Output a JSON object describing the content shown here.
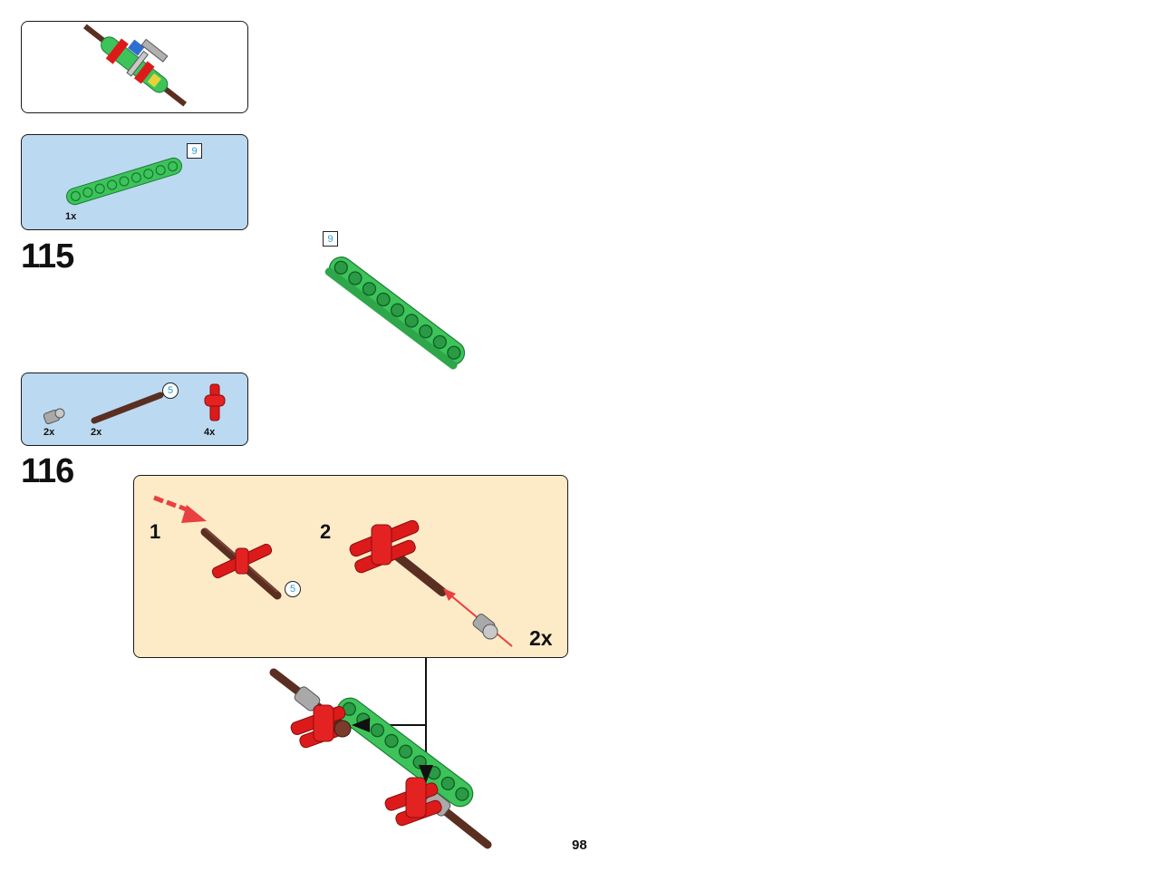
{
  "colors": {
    "parts_bg": "#bcd9f2",
    "subassembly_bg": "#fdebc8",
    "beam_green": "#3cc45a",
    "part_red": "#dd1a1a",
    "axle_brown": "#5a2f22",
    "bush_grey": "#a9a9a9",
    "badge_blue": "#2a9fd6"
  },
  "preview": {
    "icon": "model-preview-icon"
  },
  "step115": {
    "number": "115",
    "parts_list": [
      {
        "icon": "green-beam-9-icon",
        "qty": "1x",
        "length_badge": "9"
      }
    ],
    "main_length_badge": "9"
  },
  "step116": {
    "number": "116",
    "parts_list": [
      {
        "icon": "grey-bush-icon",
        "qty": "2x"
      },
      {
        "icon": "brown-axle-5-icon",
        "qty": "2x",
        "length_badge": "5"
      },
      {
        "icon": "red-cross-connector-icon",
        "qty": "4x"
      }
    ],
    "subassembly": {
      "substeps": [
        {
          "number": "1",
          "length_badge": "5"
        },
        {
          "number": "2"
        }
      ],
      "multiplier": "2x"
    }
  },
  "page_number": "98"
}
